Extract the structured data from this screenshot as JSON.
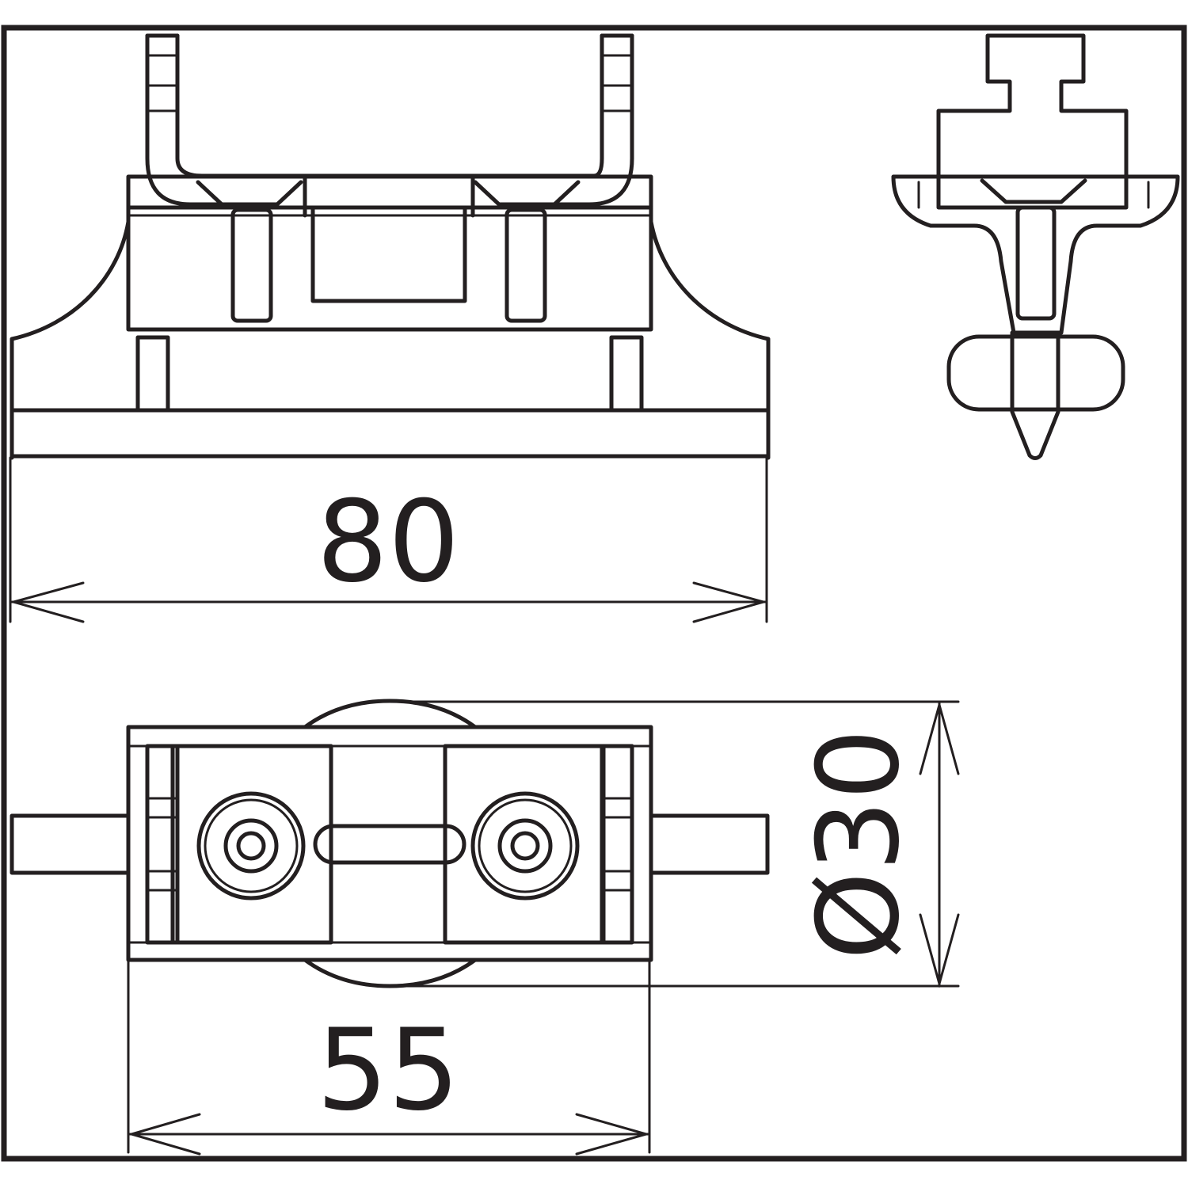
{
  "dimensions": {
    "overall_length": "80",
    "base_length": "55",
    "diameter": "Ø30"
  },
  "colors": {
    "line": "#231f20",
    "background": "#ffffff"
  }
}
